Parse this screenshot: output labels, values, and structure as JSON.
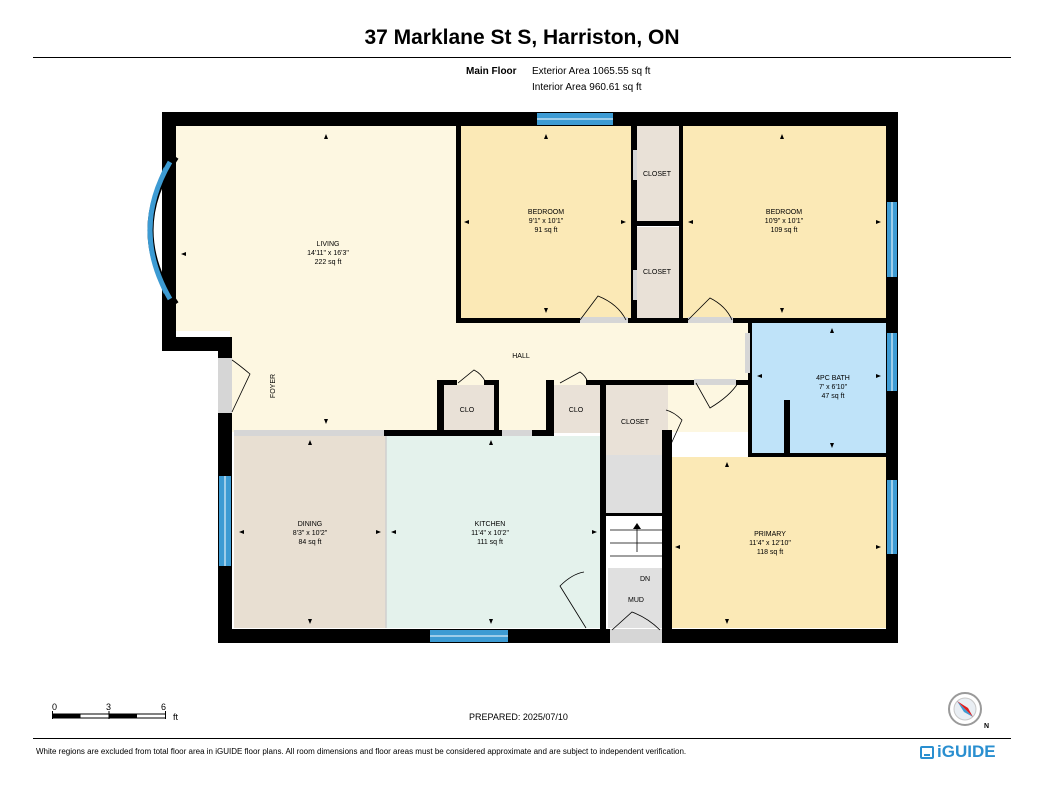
{
  "header": {
    "title": "37 Marklane St S, Harriston, ON",
    "floor_label": "Main Floor",
    "exterior_area": "Exterior Area 1065.55 sq ft",
    "interior_area": "Interior Area 960.61 sq ft"
  },
  "rooms": {
    "living": {
      "name": "LIVING",
      "dims": "14'11\" x 16'3\"",
      "area": "222 sq ft"
    },
    "bedroom1": {
      "name": "BEDROOM",
      "dims": "9'1\" x 10'1\"",
      "area": "91 sq ft"
    },
    "bedroom2": {
      "name": "BEDROOM",
      "dims": "10'9\" x 10'1\"",
      "area": "109 sq ft"
    },
    "bath": {
      "name": "4PC BATH",
      "dims": "7' x 6'10\"",
      "area": "47 sq ft"
    },
    "dining": {
      "name": "DINING",
      "dims": "8'3\" x 10'2\"",
      "area": "84 sq ft"
    },
    "kitchen": {
      "name": "KITCHEN",
      "dims": "11'4\" x 10'2\"",
      "area": "111 sq ft"
    },
    "primary": {
      "name": "PRIMARY",
      "dims": "11'4\" x 12'10\"",
      "area": "118 sq ft"
    }
  },
  "labels": {
    "hall": "HALL",
    "foyer": "FOYER",
    "closet_top": "CLOSET",
    "closet_mid": "CLOSET",
    "closet_hall": "CLOSET",
    "clo_left": "CLO",
    "clo_right": "CLO",
    "mud": "MUD",
    "dn": "DN"
  },
  "footer": {
    "scale_ticks": [
      "0",
      "3",
      "6"
    ],
    "scale_unit": "ft",
    "prepared": "PREPARED: 2025/07/10",
    "disclaimer": "White regions are excluded from total floor area in iGUIDE floor plans. All room dimensions and floor areas must be considered approximate and are subject to independent verification.",
    "brand": "iGUIDE",
    "compass_letter": "N"
  },
  "colors": {
    "living": "#fdf7e1",
    "bedroom": "#fbe9b6",
    "bath": "#bfe3f9",
    "dining": "#e8dfd2",
    "kitchen": "#e4f2ec",
    "closet": "#e9e1d7",
    "stair": "#dedede",
    "window": "#3d9bd3",
    "wall": "#000000",
    "brand": "#2a8fd0"
  }
}
